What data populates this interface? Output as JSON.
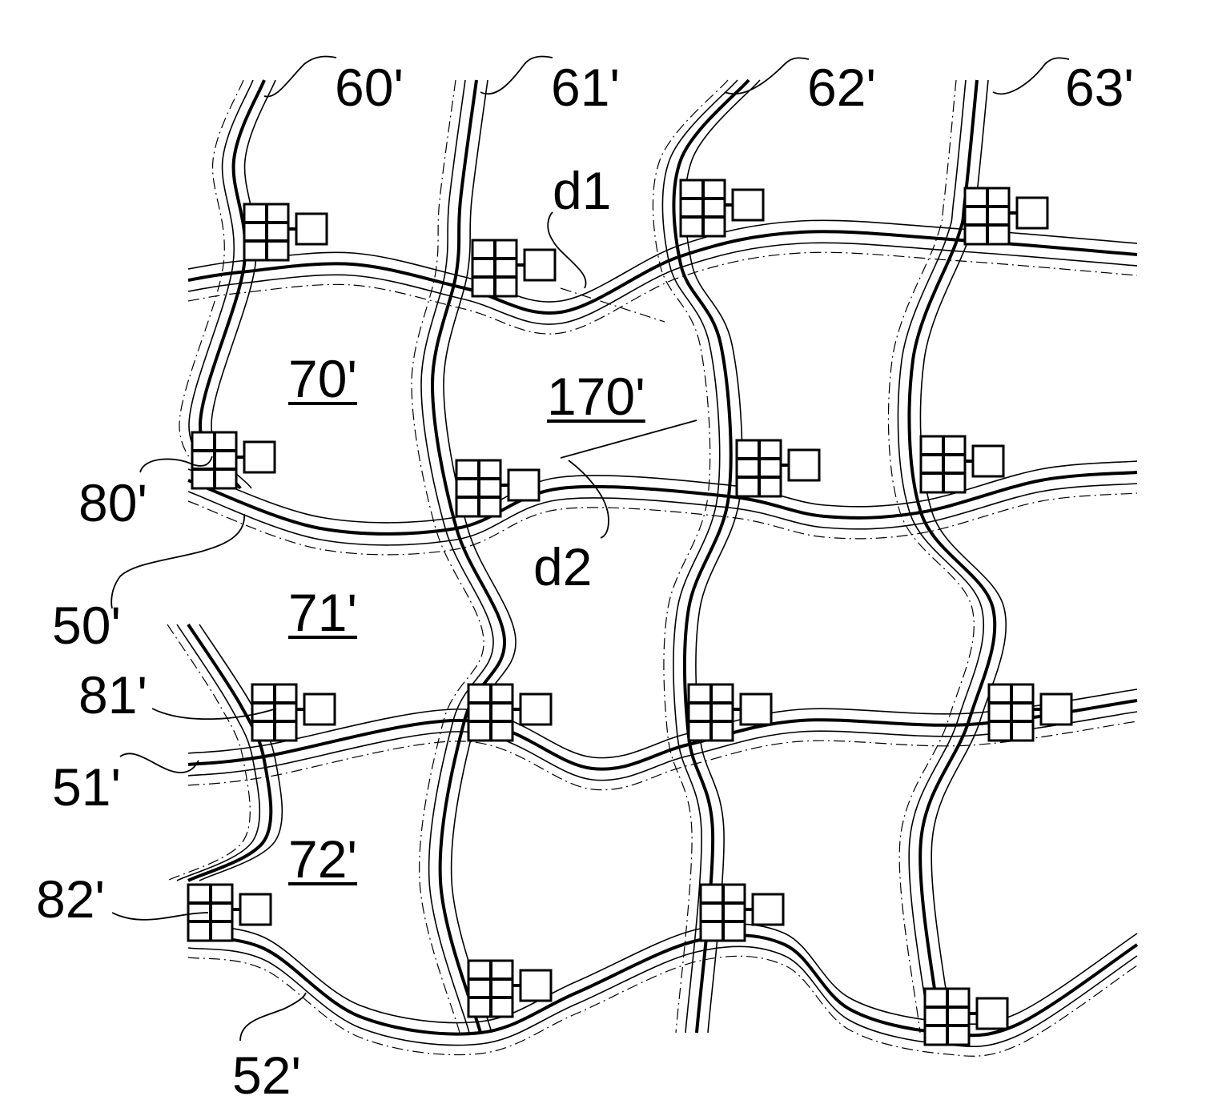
{
  "figure": {
    "data_lines": [
      "60'",
      "61'",
      "62'",
      "63'"
    ],
    "gate_lines": [
      "50'",
      "51'",
      "52'"
    ],
    "pixels": [
      "70'",
      "170'",
      "71'",
      "72'"
    ],
    "switches": [
      "80'",
      "81'",
      "82'"
    ],
    "distances": [
      "d1",
      "d2"
    ]
  }
}
